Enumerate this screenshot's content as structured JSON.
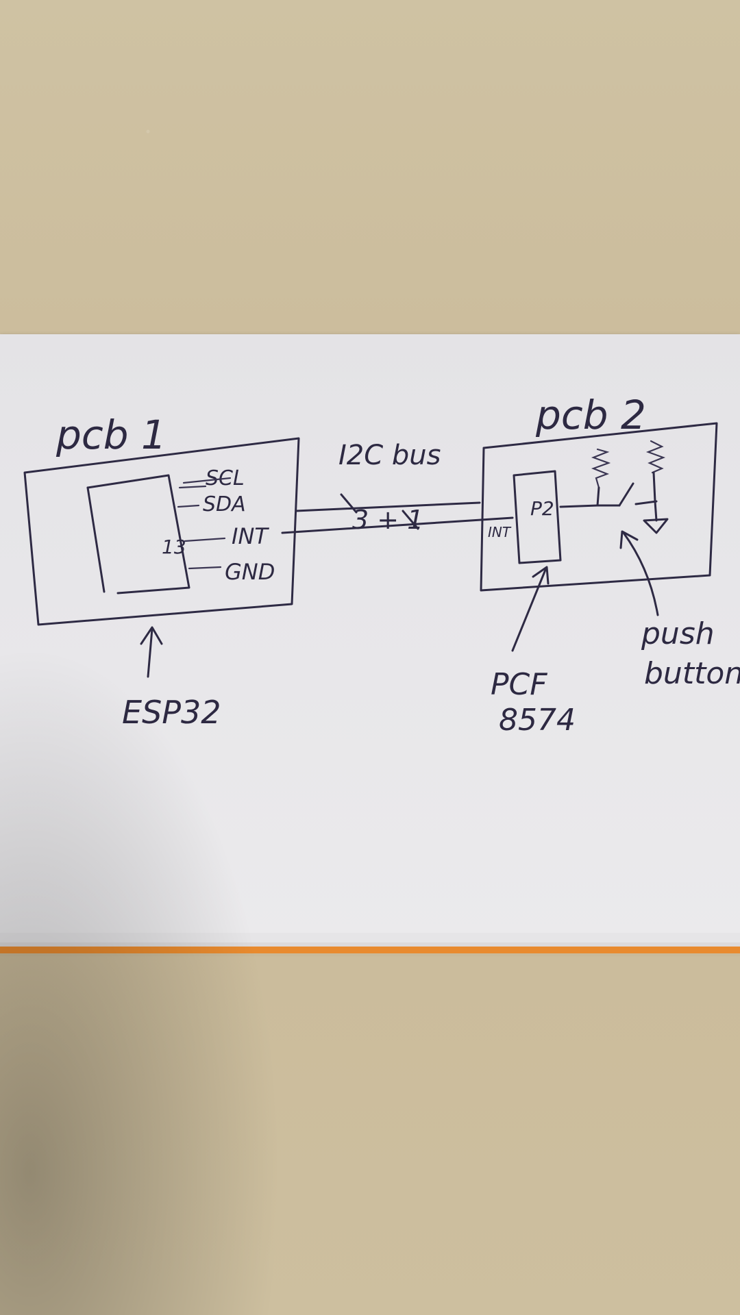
{
  "pcb1": {
    "title": "pcb 1",
    "pins": [
      "SCL",
      "SDA",
      "INT",
      "GND"
    ],
    "pin_number": "13",
    "chip_label": "ESP32"
  },
  "bus": {
    "label": "I2C bus",
    "wire_count": "3 + 1"
  },
  "pcb2": {
    "title": "pcb 2",
    "int_pin": "INT",
    "port_label": "P2",
    "chip_label_line1": "PCF",
    "chip_label_line2": "8574",
    "button_label_line1": "push",
    "button_label_line2": "button"
  },
  "colors": {
    "ink": "#2e2a44",
    "paper": "#e7e6e9",
    "table": "#cdbf9f",
    "paper_edge_accent": "#e88a2e"
  }
}
